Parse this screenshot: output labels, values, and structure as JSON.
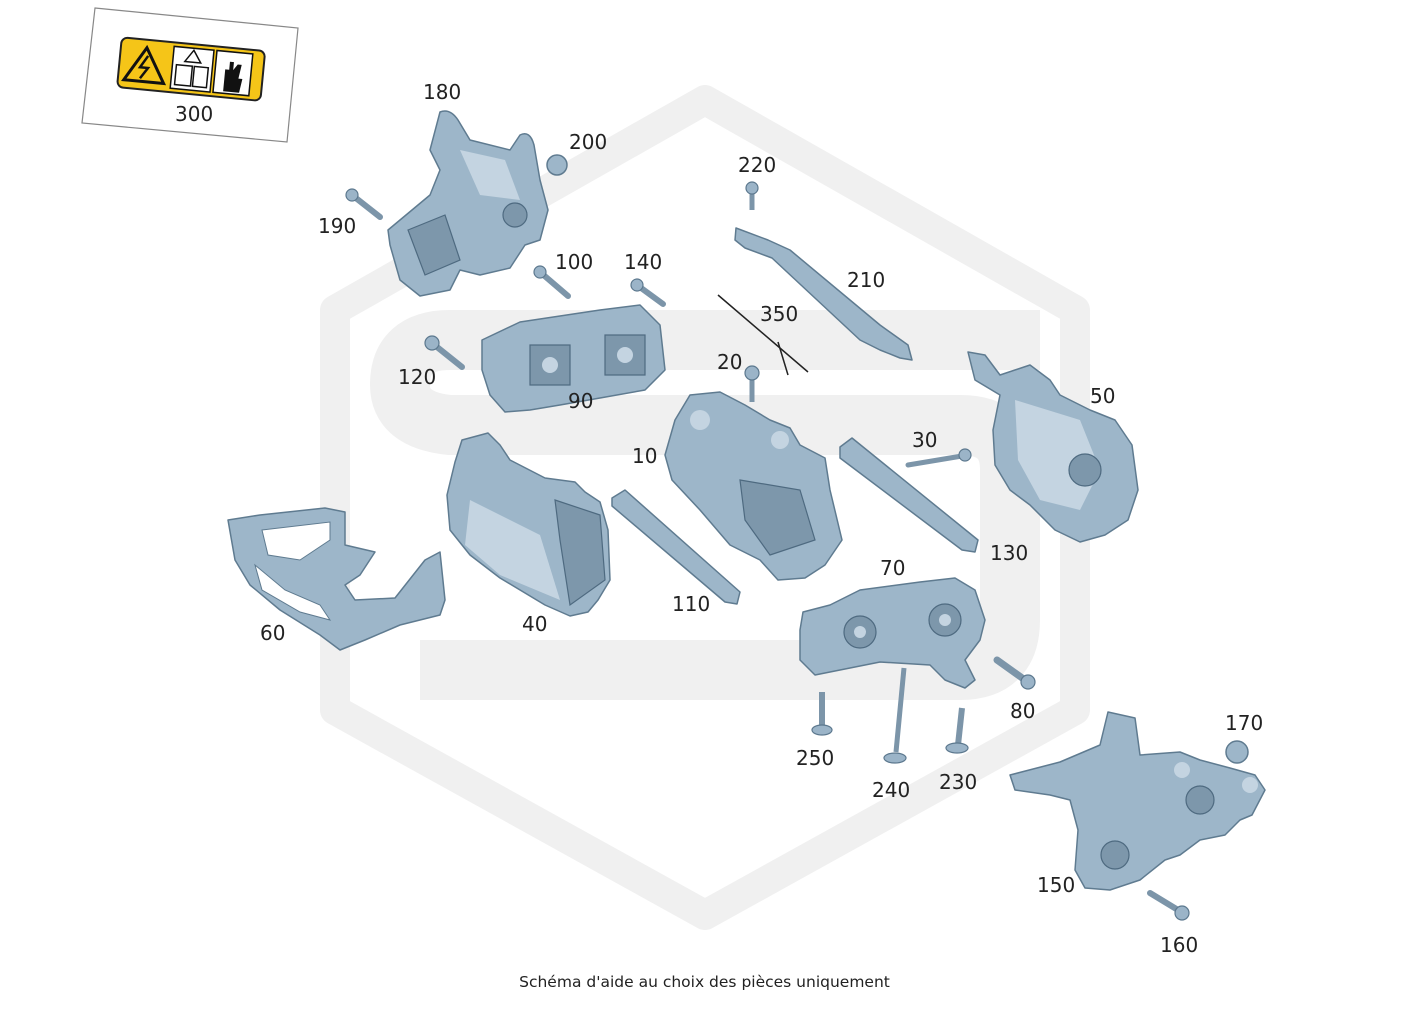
{
  "labels": {
    "p300": "300",
    "p180": "180",
    "p200": "200",
    "p190": "190",
    "p220": "220",
    "p210": "210",
    "p100": "100",
    "p140": "140",
    "p120": "120",
    "p90": "90",
    "p350": "350",
    "p20": "20",
    "p50": "50",
    "p10": "10",
    "p30": "30",
    "p130": "130",
    "p60": "60",
    "p40": "40",
    "p110": "110",
    "p70": "70",
    "p80": "80",
    "p250": "250",
    "p240": "240",
    "p230": "230",
    "p170": "170",
    "p150": "150",
    "p160": "160"
  },
  "caption": "Schéma d'aide au choix des pièces uniquement",
  "colors": {
    "part_fill": "#9db6c9",
    "part_stroke": "#5f7b90",
    "watermark": "#f0f0f0",
    "warning_label": "#f5c518"
  },
  "icons": {
    "warning_label": "high-voltage-warning-icon",
    "manual": "read-manual-icon",
    "hand": "do-not-touch-icon"
  }
}
